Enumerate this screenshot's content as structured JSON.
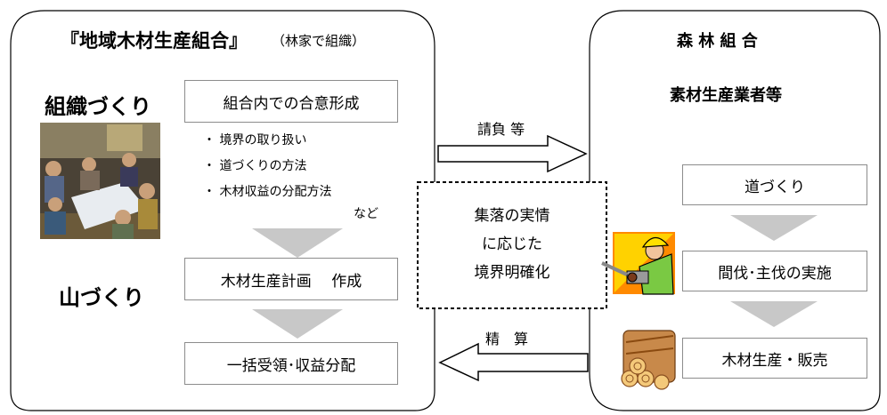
{
  "left": {
    "title_main": "『地域木材生産組合』",
    "title_sub": "（林家で組織）",
    "label_organization": "組織づくり",
    "label_forest": "山づくり",
    "box1": "組合内での合意形成",
    "bullets": [
      "・ 境界の取り扱い",
      "・ 道づくりの方法",
      "・ 木材収益の分配方法"
    ],
    "bullets_tail": "など",
    "box2": "木材生産計画　 作成",
    "box3": "一括受領･収益分配"
  },
  "right": {
    "title1": "森 林 組 合",
    "title2": "素材生産業者等",
    "box1": "道づくり",
    "box2": "間伐･主伐の実施",
    "box3": "木材生産・販売"
  },
  "middle": {
    "arrow_right_label": "請負 等",
    "arrow_left_label": "精　算",
    "center_lines": [
      "集落の実情",
      "に応じた",
      "境界明確化"
    ]
  },
  "colors": {
    "down_arrow": "#c8c8c8",
    "border": "#000000",
    "box_border": "#8c8c8c"
  }
}
